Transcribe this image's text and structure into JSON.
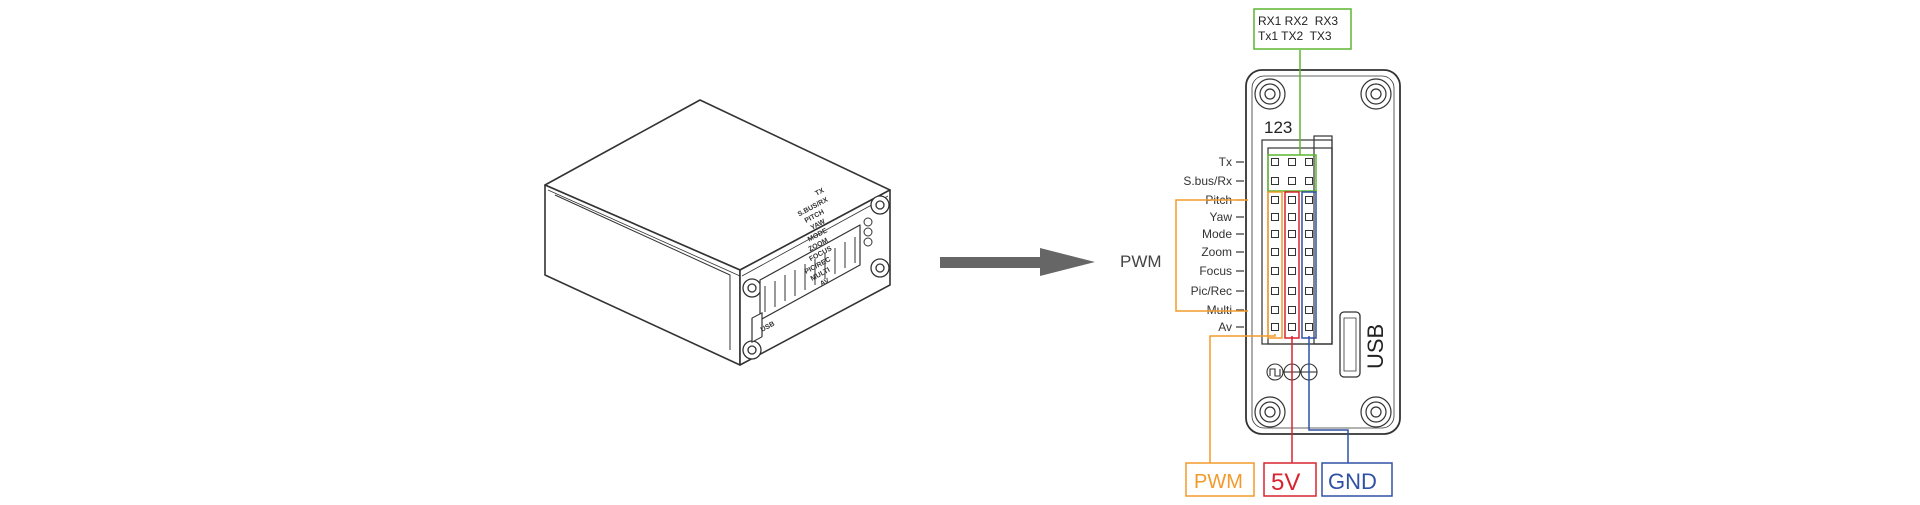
{
  "uart_box": {
    "line1": "RX1 RX2  RX3",
    "line2": "Tx1 TX2  TX3",
    "color": "#5cb531"
  },
  "header_number": "123",
  "pin_labels": [
    "Tx",
    "S.bus/Rx",
    "Pitch",
    "Yaw",
    "Mode",
    "Zoom",
    "Focus",
    "Pic/Rec",
    "Multi",
    "Av"
  ],
  "pwm_group_label": "PWM",
  "usb_label": "USB",
  "device_side_labels": [
    "TX",
    "S.BUS/RX",
    "PITCH",
    "YAW",
    "MODE",
    "ZOOM",
    "FOCUS",
    "PIC/REC",
    "MULTI",
    "AV"
  ],
  "device_usb_text": "USB",
  "legend": [
    {
      "label": "PWM",
      "color": "#f39a2c"
    },
    {
      "label": "5V",
      "color": "#d9232e"
    },
    {
      "label": "GND",
      "color": "#2f51a5"
    }
  ],
  "colors": {
    "line": "#333333",
    "arrow": "#666666",
    "orange": "#f39a2c",
    "red": "#d9232e",
    "blue": "#2f51a5",
    "green": "#5cb531"
  }
}
